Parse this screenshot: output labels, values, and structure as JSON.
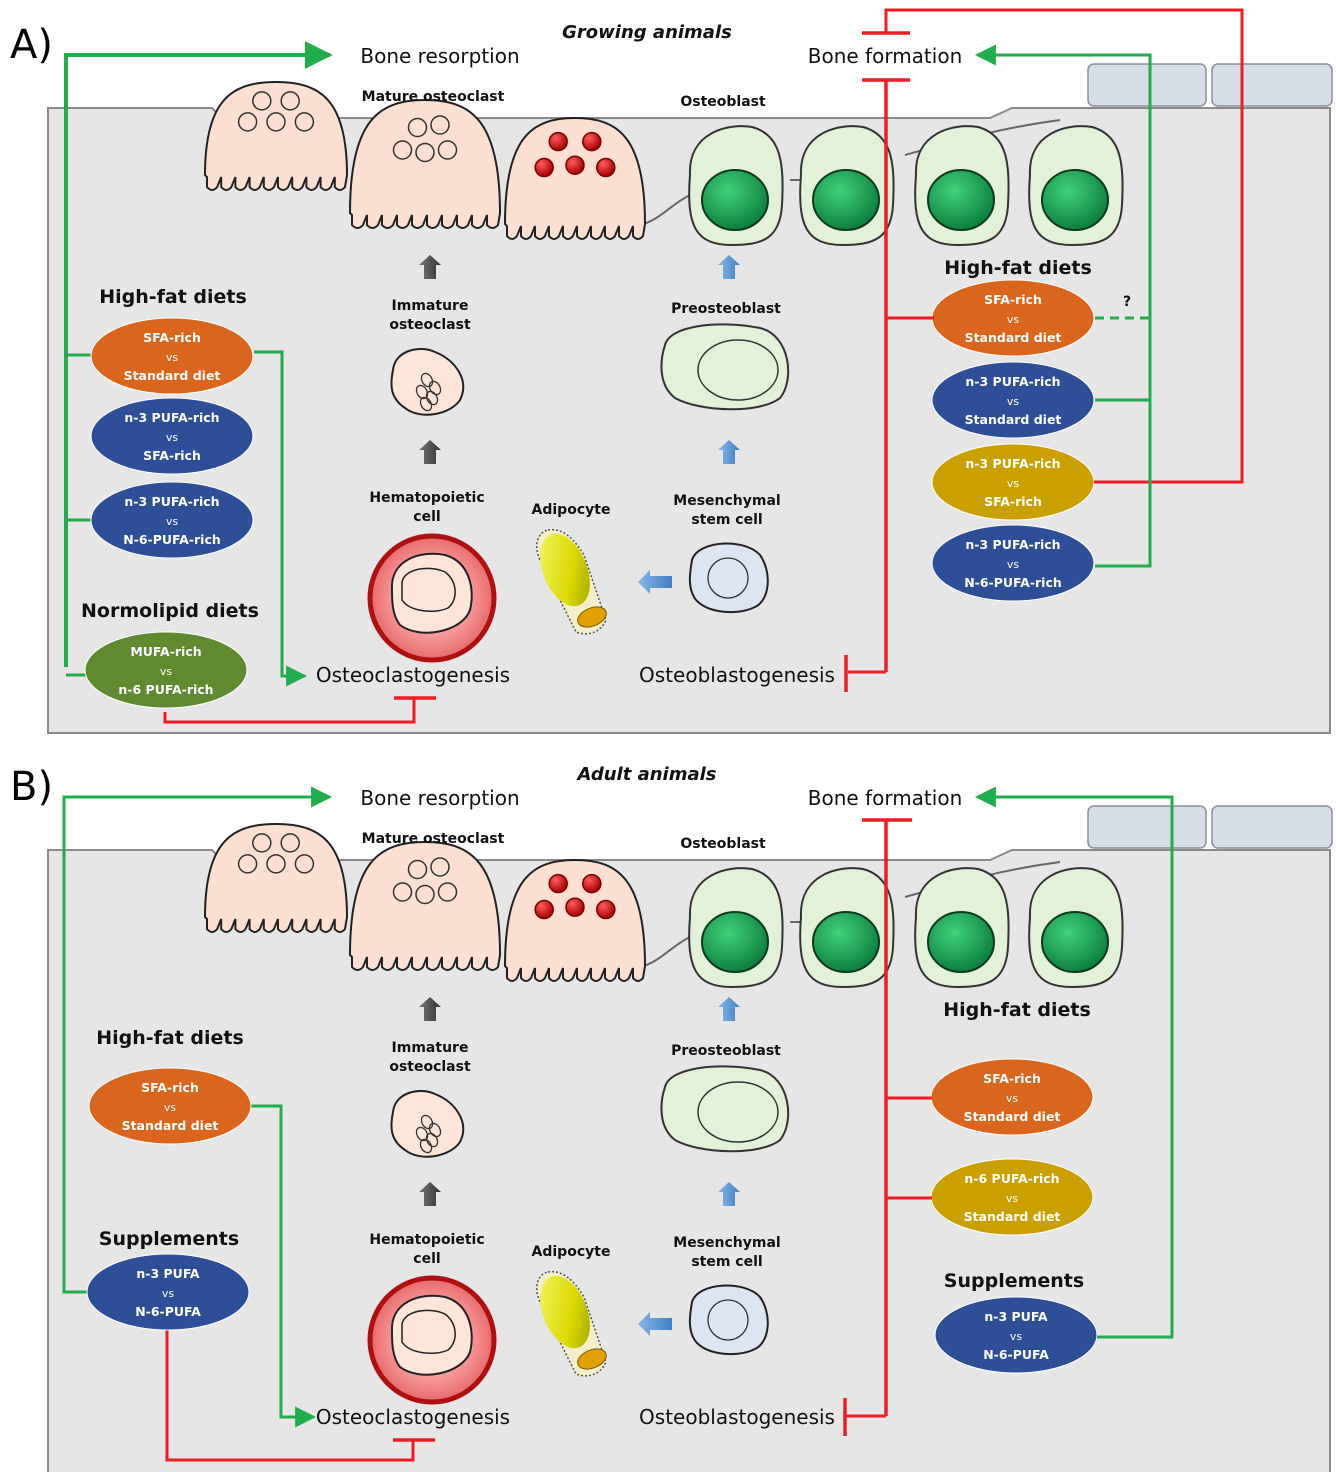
{
  "panels": [
    {
      "letter": "A)",
      "title": "Growing animals",
      "bone_resorption": "Bone resorption",
      "bone_formation": "Bone formation",
      "osteoclastogenesis": "Osteoclastogenesis",
      "osteoblastogenesis": "Osteoblastogenesis",
      "cells": {
        "mature_osteoclast": "Mature osteoclast",
        "osteoblast": "Osteoblast",
        "immature_osteoclast": [
          "Immature",
          "osteoclast"
        ],
        "preosteoblast": "Preosteoblast",
        "hematopoietic": [
          "Hematopoietic",
          "cell"
        ],
        "adipocyte": "Adipocyte",
        "mesenchymal": [
          "Mesenchymal",
          "stem cell"
        ]
      },
      "left_groups": [
        {
          "heading": "High-fat diets"
        },
        {
          "heading": "Normolipid diets"
        }
      ],
      "left_ovals": [
        {
          "top": "SFA-rich",
          "vs": "vs",
          "bottom": "Standard diet",
          "color": "#d9661c"
        },
        {
          "top": "n-3 PUFA-rich",
          "vs": "vs",
          "bottom": "SFA-rich",
          "color": "#2d4f98"
        },
        {
          "top": "n-3 PUFA-rich",
          "vs": "vs",
          "bottom": "N-6-PUFA-rich",
          "color": "#2d4f98"
        },
        {
          "top": "MUFA-rich",
          "vs": "vs",
          "bottom": "n-6 PUFA-rich",
          "color": "#5f8a30"
        }
      ],
      "right_groups": [
        {
          "heading": "High-fat diets"
        }
      ],
      "right_ovals": [
        {
          "top": "SFA-rich",
          "vs": "vs",
          "bottom": "Standard diet",
          "color": "#d9661c"
        },
        {
          "top": "n-3 PUFA-rich",
          "vs": "vs",
          "bottom": "Standard diet",
          "color": "#2d4f98"
        },
        {
          "top": "n-3 PUFA-rich",
          "vs": "vs",
          "bottom": "SFA-rich",
          "color": "#c9a000"
        },
        {
          "top": "n-3 PUFA-rich",
          "vs": "vs",
          "bottom": "N-6-PUFA-rich",
          "color": "#2d4f98"
        }
      ],
      "question_mark": "?"
    },
    {
      "letter": "B)",
      "title": "Adult animals",
      "bone_resorption": "Bone resorption",
      "bone_formation": "Bone formation",
      "osteoclastogenesis": "Osteoclastogenesis",
      "osteoblastogenesis": "Osteoblastogenesis",
      "cells": {
        "mature_osteoclast": "Mature osteoclast",
        "osteoblast": "Osteoblast",
        "immature_osteoclast": [
          "Immature",
          "osteoclast"
        ],
        "preosteoblast": "Preosteoblast",
        "hematopoietic": [
          "Hematopoietic",
          "cell"
        ],
        "adipocyte": "Adipocyte",
        "mesenchymal": [
          "Mesenchymal",
          "stem cell"
        ]
      },
      "left_groups": [
        {
          "heading": "High-fat diets"
        },
        {
          "heading": "Supplements"
        }
      ],
      "left_ovals": [
        {
          "top": "SFA-rich",
          "vs": "vs",
          "bottom": "Standard diet",
          "color": "#d9661c"
        },
        {
          "top": "n-3 PUFA",
          "vs": "vs",
          "bottom": "N-6-PUFA",
          "color": "#2d4f98"
        }
      ],
      "right_groups": [
        {
          "heading": "High-fat diets"
        },
        {
          "heading": "Supplements"
        }
      ],
      "right_ovals": [
        {
          "top": "SFA-rich",
          "vs": "vs",
          "bottom": "Standard diet",
          "color": "#d9661c"
        },
        {
          "top": "n-6 PUFA-rich",
          "vs": "vs",
          "bottom": "Standard diet",
          "color": "#c9a000"
        },
        {
          "top": "n-3 PUFA",
          "vs": "vs",
          "bottom": "N-6-PUFA",
          "color": "#2d4f98"
        }
      ]
    }
  ],
  "colors": {
    "green": "#1fae4b",
    "red": "#ee1c24",
    "panel_bg": "#e6e6e6"
  }
}
